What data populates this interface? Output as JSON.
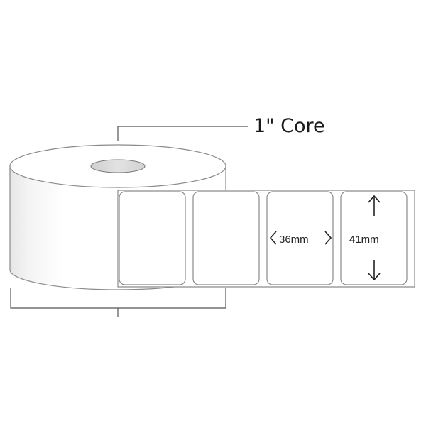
{
  "labels": {
    "core": "1\" Core",
    "width": "36mm",
    "height": "41mm"
  },
  "colors": {
    "outline": "#8a8a8a",
    "leader": "#555555",
    "arrow": "#222222",
    "roll_face": "#ffffff",
    "core_hole": "#dcdcdc"
  },
  "label_count": 4
}
